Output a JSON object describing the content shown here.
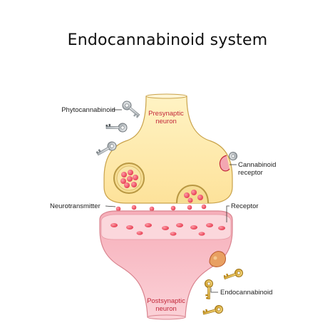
{
  "title": "Endocannabinoid system",
  "presynaptic": {
    "line1": "Presynaptic",
    "line2": "neuron"
  },
  "postsynaptic": {
    "line1": "Postsynaptic",
    "line2": "neuron"
  },
  "labels": {
    "phytocannabinoid": "Phytocannabinoid",
    "cannabinoid_receptor_1": "Cannabinoid",
    "cannabinoid_receptor_2": "receptor",
    "neurotransmitter": "Neurotransmitter",
    "receptor": "Receptor",
    "endocannabinoid": "Endocannabinoid"
  },
  "colors": {
    "pre_fill": "#fde9a6",
    "pre_stroke": "#c9a24a",
    "post_fill": "#f7b9c4",
    "post_stroke": "#d9848f",
    "post_membrane": "#f9cbd2",
    "dot": "#ee4b5c",
    "dot_light": "#f7a3ad",
    "vesicle_fill": "#f3d98a",
    "vesicle_ring": "#b99843",
    "key_silver": "#cfd3d6",
    "key_gold": "#e7c253",
    "label_red": "#c2283a"
  },
  "icons": {
    "silver_key": "key-icon",
    "gold_key": "key-icon"
  }
}
